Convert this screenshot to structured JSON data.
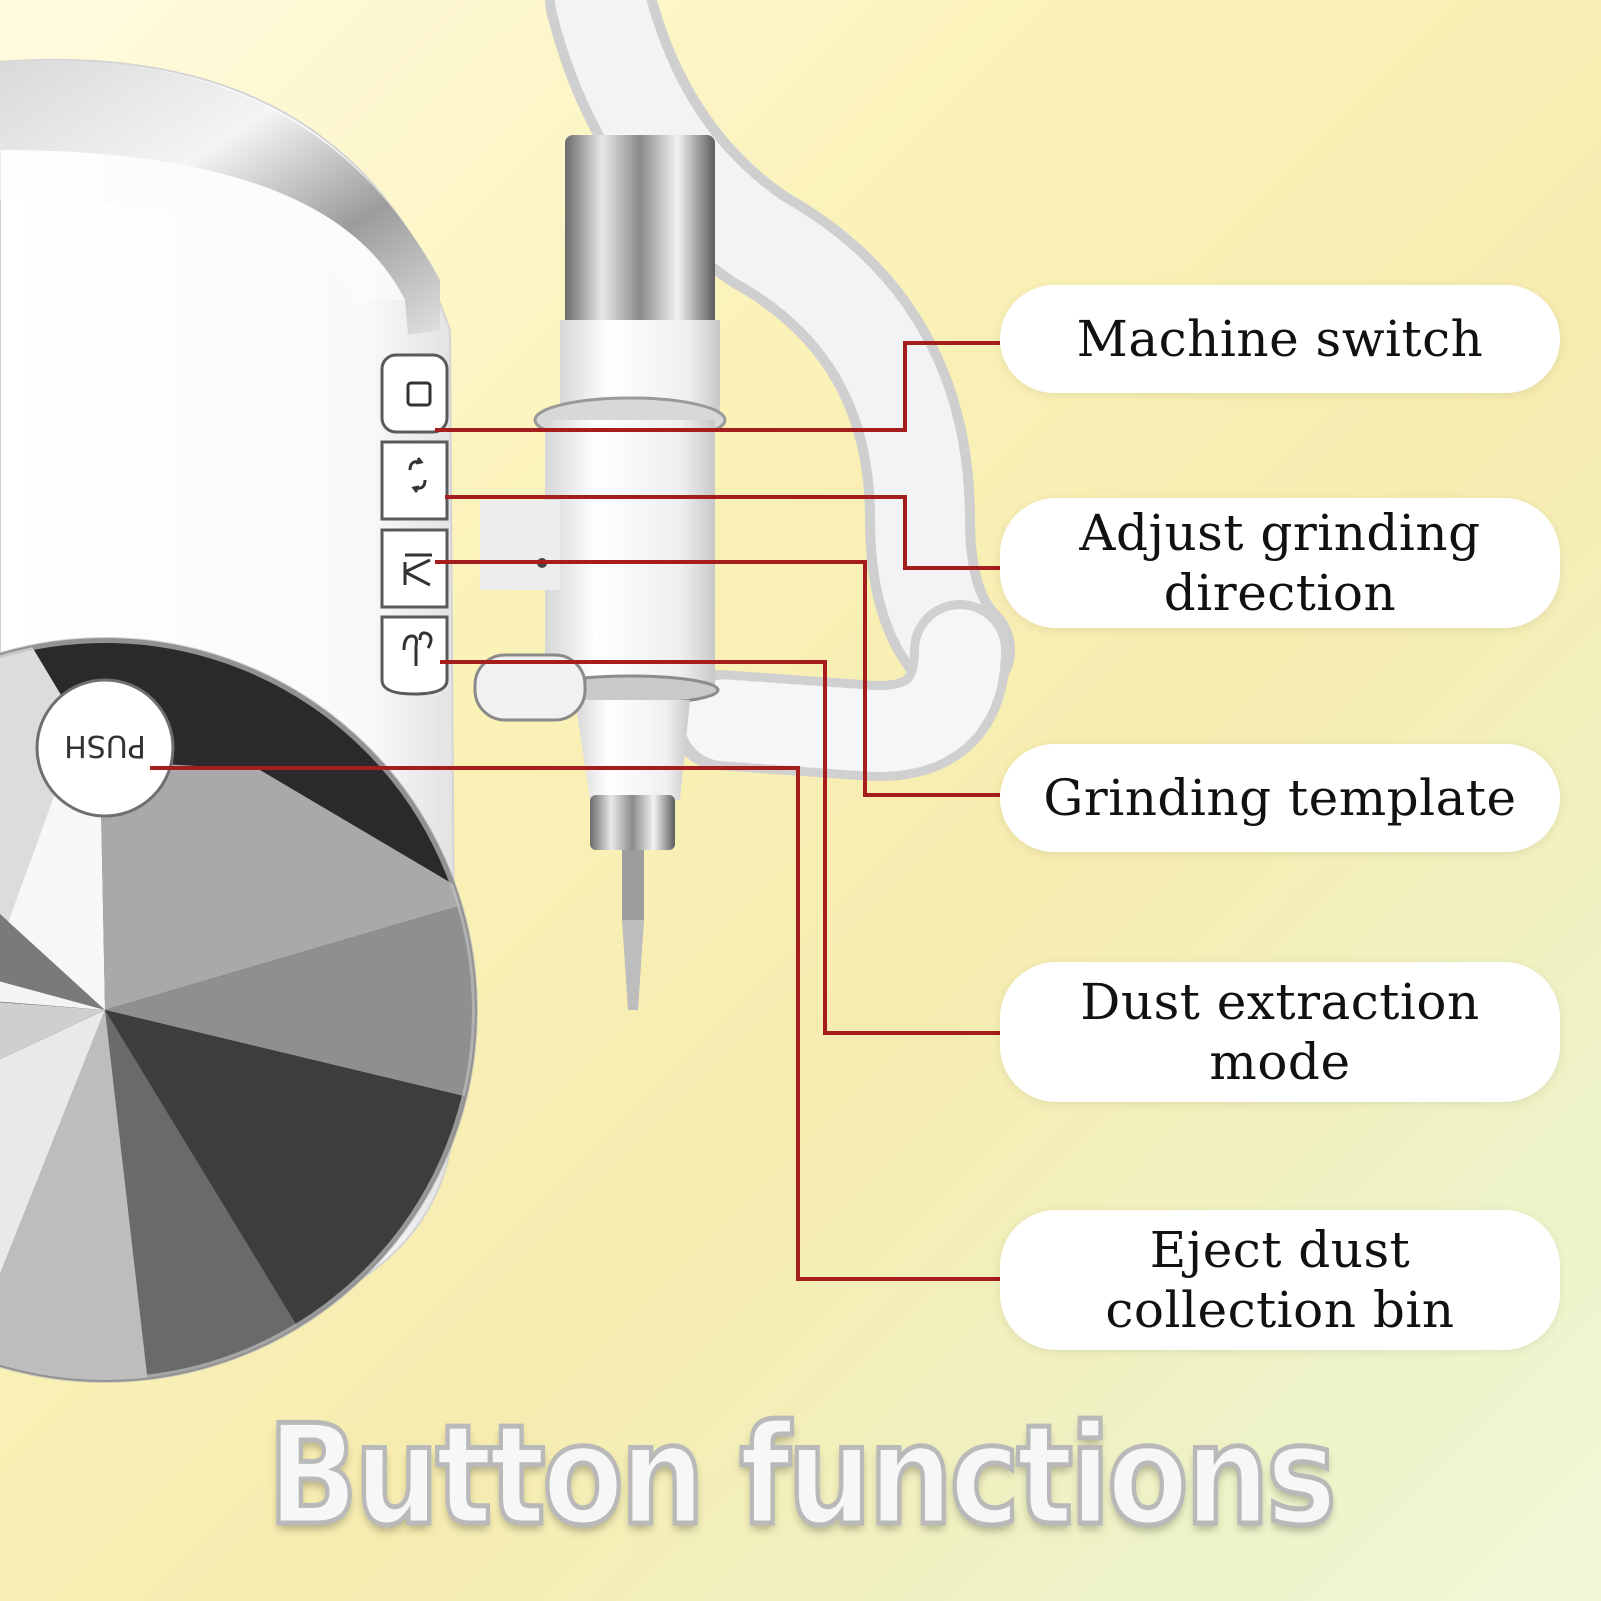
{
  "callouts": {
    "machine_switch": "Machine switch",
    "adjust_direction": "Adjust grinding\ndirection",
    "grinding_template": "Grinding template",
    "dust_mode": "Dust extraction\nmode",
    "eject_bin": "Eject dust\ncollection bin"
  },
  "device": {
    "push_label": "PUSH"
  },
  "caption": "Button functions",
  "colors": {
    "leader_line": "#a51d1d",
    "background_light": "#fbf4c2"
  }
}
